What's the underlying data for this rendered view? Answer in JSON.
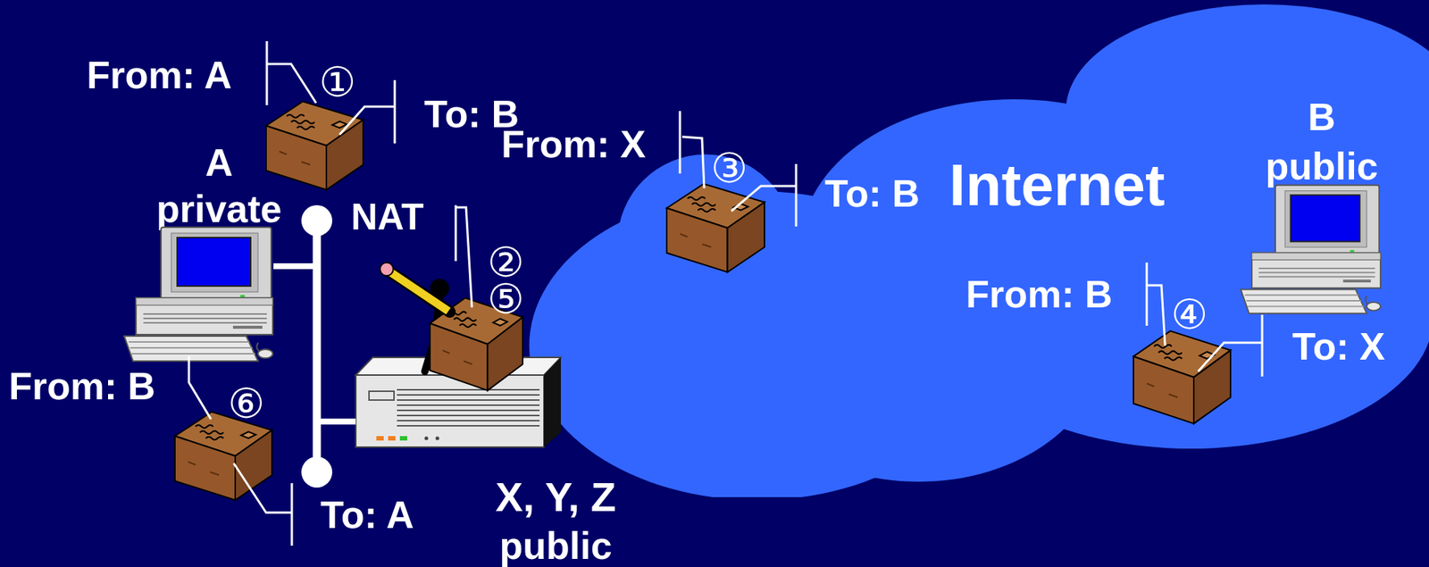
{
  "diagram": {
    "nodes": [
      {
        "text": [
          "A",
          "private"
        ]
      },
      {
        "text": [
          "NAT",
          "X, Y, Z",
          "public"
        ]
      },
      {
        "text": [
          "Internet"
        ]
      },
      {
        "text": [
          "B",
          "public"
        ],
        "in": 2
      }
    ],
    "edges": [
      {
        "from": 0,
        "to": 1,
        "arrow": "none"
      }
    ],
    "labels": [
      "From: A",
      "①",
      "To: B",
      "②",
      "⑤",
      "From: X",
      "③",
      "To: B",
      "From: B",
      "④",
      "To: X",
      "From: B",
      "⑥",
      "To: A"
    ]
  }
}
